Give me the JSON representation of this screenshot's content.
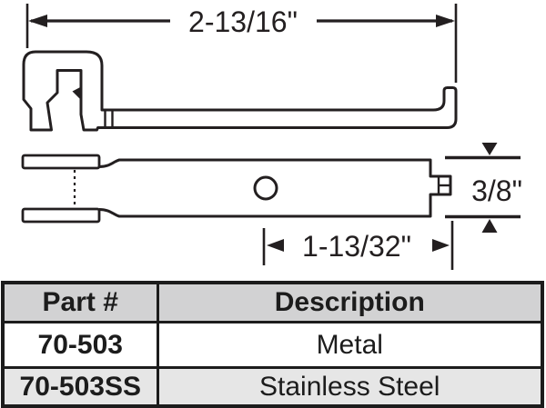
{
  "diagram": {
    "line_color": "#231f20",
    "dim_overall_length": "2-13/16\"",
    "dim_end_width": "3/8\"",
    "dim_hole_offset": "1-13/32\""
  },
  "table": {
    "header_bg": "#d2d2d3",
    "alt_row_bg": "#e6e6e6",
    "headers": [
      "Part #",
      "Description"
    ],
    "rows": [
      {
        "part": "70-503",
        "description": "Metal"
      },
      {
        "part": "70-503SS",
        "description": "Stainless Steel"
      }
    ]
  }
}
